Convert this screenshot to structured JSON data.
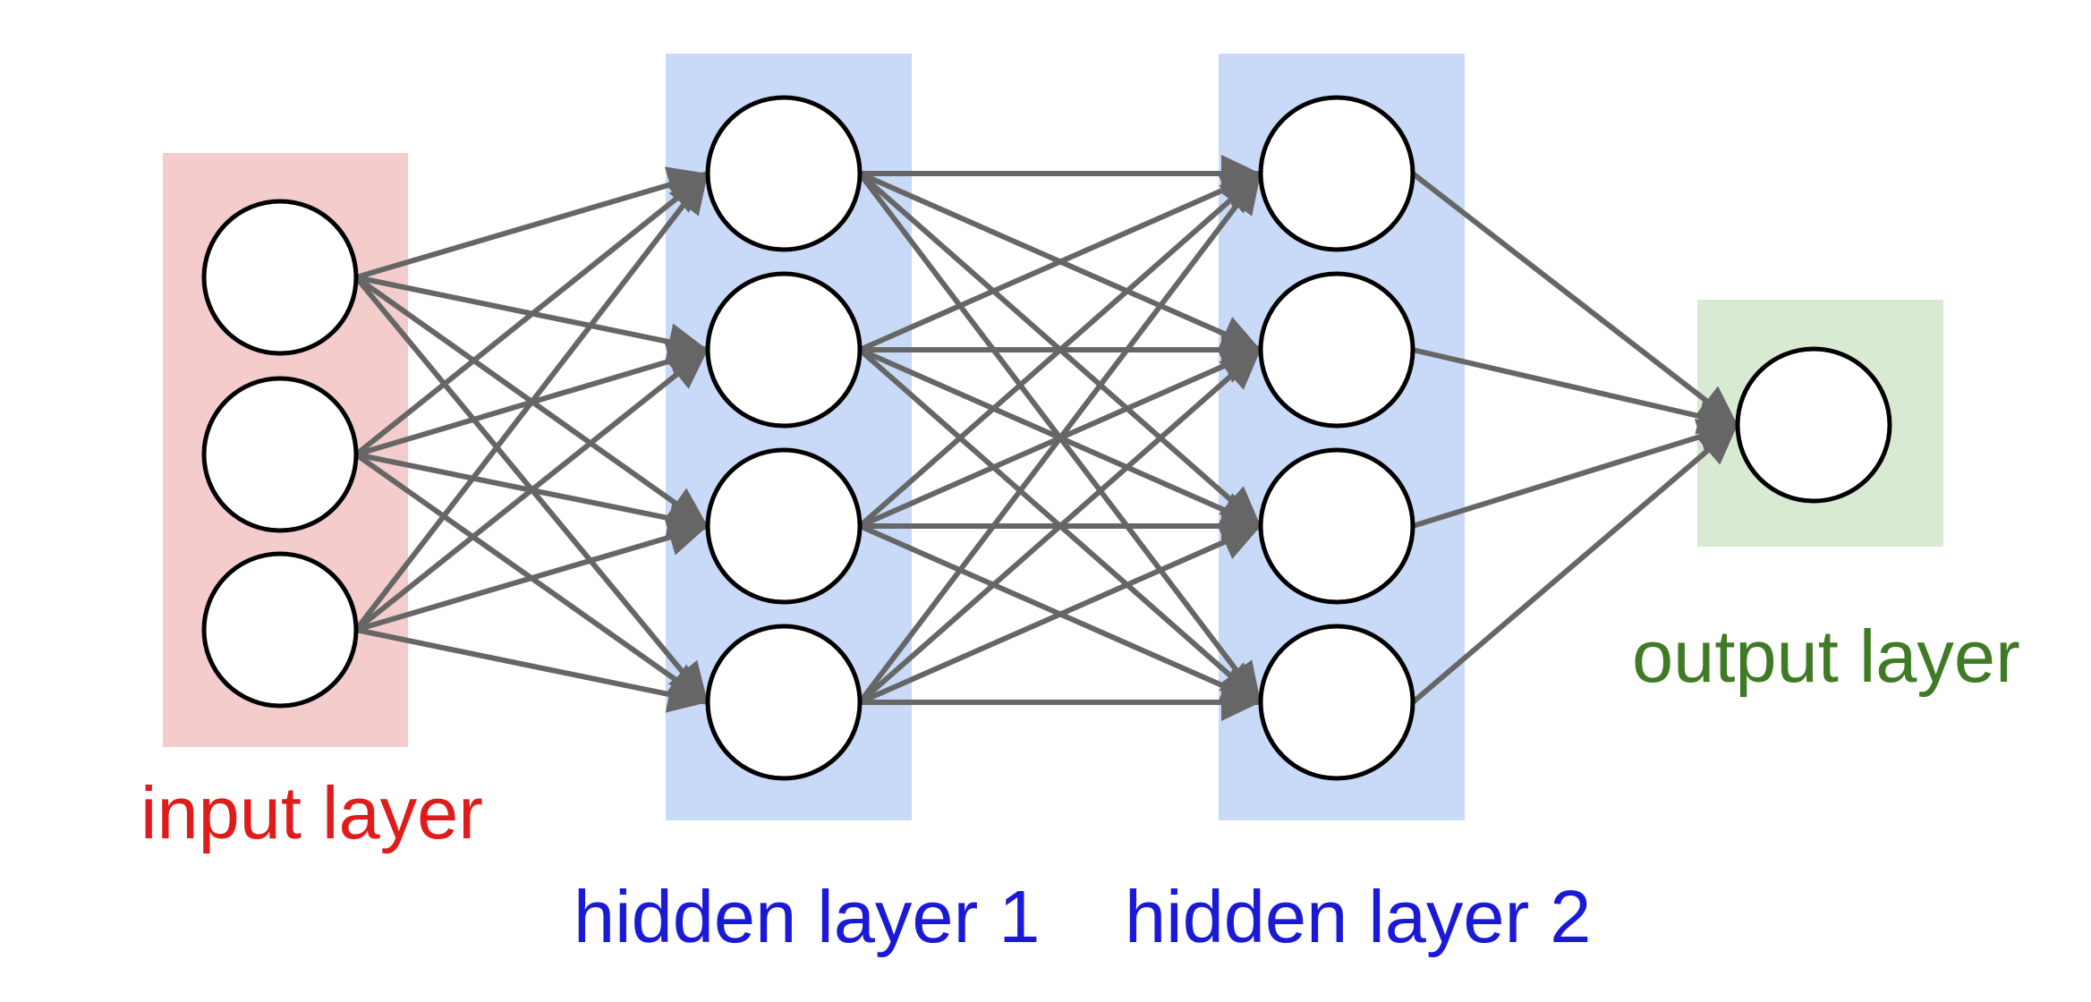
{
  "diagram": {
    "type": "feed-forward neural network",
    "layers": [
      {
        "id": "input",
        "label": "input layer",
        "neurons": 3,
        "box_color": "#f4cccc",
        "label_color": "#e01b1b"
      },
      {
        "id": "hidden1",
        "label": "hidden layer 1",
        "neurons": 4,
        "box_color": "#c9daf8",
        "label_color": "#1a1ad6"
      },
      {
        "id": "hidden2",
        "label": "hidden layer 2",
        "neurons": 4,
        "box_color": "#c9daf8",
        "label_color": "#1a1ad6"
      },
      {
        "id": "output",
        "label": "output layer",
        "neurons": 1,
        "box_color": "#d9ead3",
        "label_color": "#3f7a25"
      }
    ],
    "connections": [
      {
        "from": "input",
        "to": "hidden1",
        "pattern": "fully-connected"
      },
      {
        "from": "hidden1",
        "to": "hidden2",
        "pattern": "fully-connected"
      },
      {
        "from": "hidden2",
        "to": "output",
        "pattern": "fully-connected"
      }
    ],
    "colors": {
      "neuron_fill": "#ffffff",
      "neuron_stroke": "#000000",
      "edge": "#666666"
    }
  }
}
